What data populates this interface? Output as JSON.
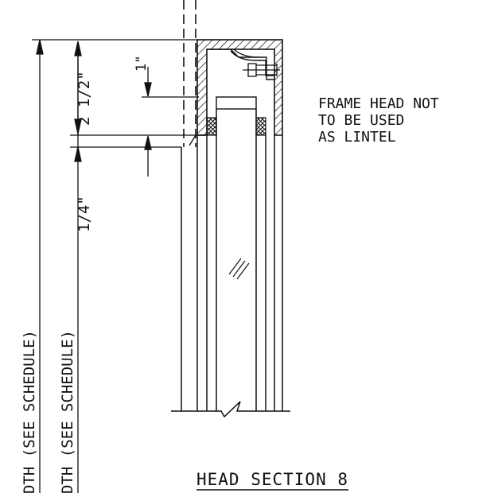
{
  "drawing": {
    "dim_1": "1\"",
    "dim_2_half": "2 1/2\"",
    "dim_quarter": "1/4\"",
    "schedule_outer": "DTH (SEE SCHEDULE)",
    "schedule_inner": "DTH (SEE SCHEDULE)",
    "note_line_1": "FRAME HEAD NOT",
    "note_line_2": "TO BE USED",
    "note_line_3": "AS LINTEL",
    "title": "HEAD SECTION 8"
  }
}
